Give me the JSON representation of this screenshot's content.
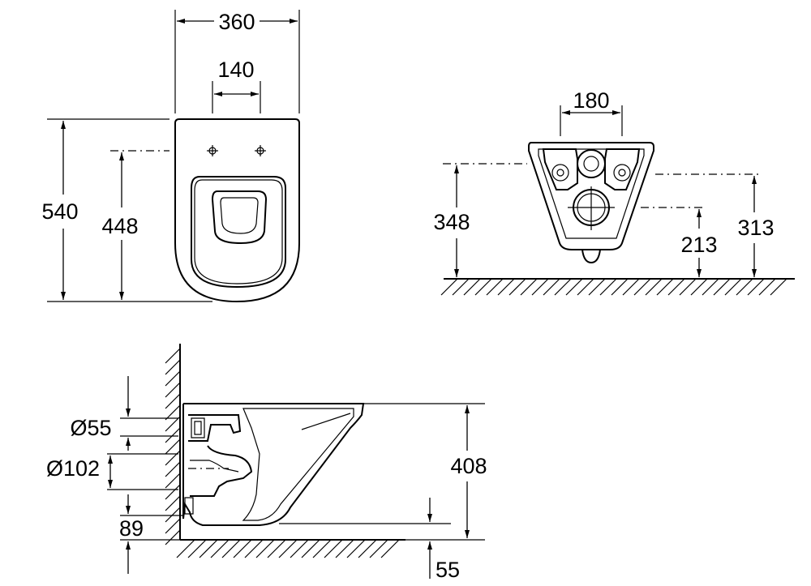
{
  "front_view": {
    "dim_width": "360",
    "dim_fixing": "140",
    "dim_height": "540",
    "dim_fixing_height": "448"
  },
  "rear_view": {
    "dim_fixing_spacing": "180",
    "dim_upper_height": "348",
    "dim_inlet_height": "313",
    "dim_outlet_height": "213"
  },
  "side_view": {
    "dim_inlet_diameter": "Ø55",
    "dim_outlet_diameter": "Ø102",
    "dim_outlet_offset": "89",
    "dim_total_height": "408",
    "dim_foot": "55"
  }
}
